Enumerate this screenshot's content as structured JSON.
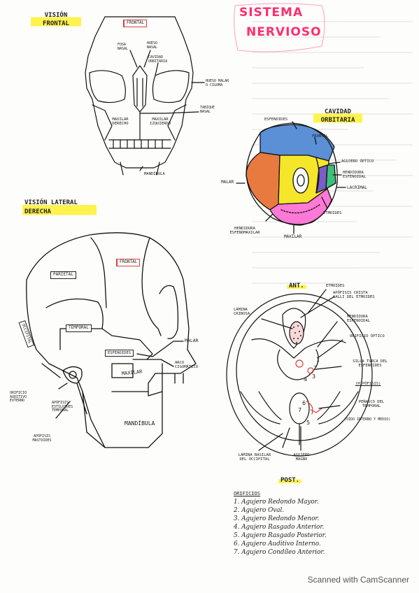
{
  "title": {
    "line1": "SISTEMA",
    "line2": "NERVIOSO"
  },
  "frontal_view": {
    "heading": "VISIÓN FRONTAL",
    "labels": {
      "frontal": "FRONTAL",
      "fosa_nasal": "FOSA NASAL",
      "hueso_nasal": "HUESO NASAL",
      "cavidad_orbitaria": "CAVIDAD ORBITARIA",
      "hueso_malar": "HUESO MALAR O CIGOMA",
      "tabique_nasal": "TABIQUE NASAL",
      "maxilar_derecho": "MAXILAR DERECHO",
      "maxilar_izquierdo": "MAXILAR IZQUIERDO",
      "mandibula": "MANDÍBULA"
    }
  },
  "orbit": {
    "heading": "CAVIDAD ORBITARIA",
    "labels": {
      "esfenoides": "ESFENOIDES",
      "frontal": "FRONTAL",
      "agujero_optico": "AGUJERO ÓPTICO",
      "hendidura_esfenoidal": "HENDIDURA ESFENOIDAL",
      "lacrimal": "LACRIMAL",
      "malar": "MALAR",
      "etmoides": "ETMOIDES",
      "hendidura_esfenomaxilar": "HENDIDURA ESFENOMAXILAR",
      "maxilar": "MAXILAR"
    },
    "colors": {
      "frontal": "#5b8fd6",
      "esfenoides_mayor": "#f5e62a",
      "malar": "#e97a3f",
      "maxilar": "#ff79d6",
      "lacrimal": "#3ac27a",
      "etmoides": "#7c5cc7",
      "blank": "#ffffff"
    }
  },
  "lateral_view": {
    "heading": "VISIÓN LATERAL DERECHA",
    "labels": {
      "parietal": "PARIETAL",
      "frontal": "FRONTAL",
      "occipital": "OCCIPITAL",
      "temporal": "TEMPORAL",
      "esfenoides": "ESFENOIDES",
      "malar": "MALAR",
      "arco_cigomatico": "ARCO CIGOMÁTICO",
      "maxilar": "MAXILAR",
      "orificio_auditivo": "ORIFICIO AUDITIVO EXTERNO",
      "apofisis_estiloides": "APÓFISIS ESTILOIDES TEMPORAL",
      "apofisis_mastoides": "APÓFISIS MASTOIDES",
      "mandibula": "MANDÍBULA"
    }
  },
  "base_view": {
    "ant": "ANT.",
    "post": "POST.",
    "labels": {
      "etmoides": "ETMOIDES",
      "apofisis_crista_galli": "APÓFISIS CRISTA GALLI DEL ETMOIDES",
      "lamina_cribosa": "LÁMINA CRIBOSA",
      "hendidura_esfenoidal": "HENDIDURA ESFENOIDAL",
      "orificio_optico": "ORIFICIO ÓPTICO",
      "silla_turca": "SILLA TURCA DEL ESFENOIDES",
      "hipofisis": "(HIPÓFISIS)",
      "penasco": "PEÑASCO DEL TEMPORAL",
      "oido": "(OÍDO INTERNO Y MEDIO)",
      "lamina_basilar": "LÁMINA BASILAR DEL OCCIPITAL",
      "agujero_magno": "AGUJERO MAGNO"
    },
    "numbers": [
      "1",
      "2",
      "3",
      "4",
      "5",
      "6",
      "7"
    ]
  },
  "orificios": {
    "heading": "ORIFICIOS",
    "items": [
      "1. Agujero Redondo Mayor.",
      "2. Agujero Oval.",
      "3. Agujero Redondo Menor.",
      "4. Agujero Rasgado Anterior.",
      "5. Agujero Rasgado Posterior.",
      "6. Agujero Auditivo Interno.",
      "7. Agujero Condíleo Anterior."
    ]
  },
  "scan_text": "Scanned with CamScanner"
}
